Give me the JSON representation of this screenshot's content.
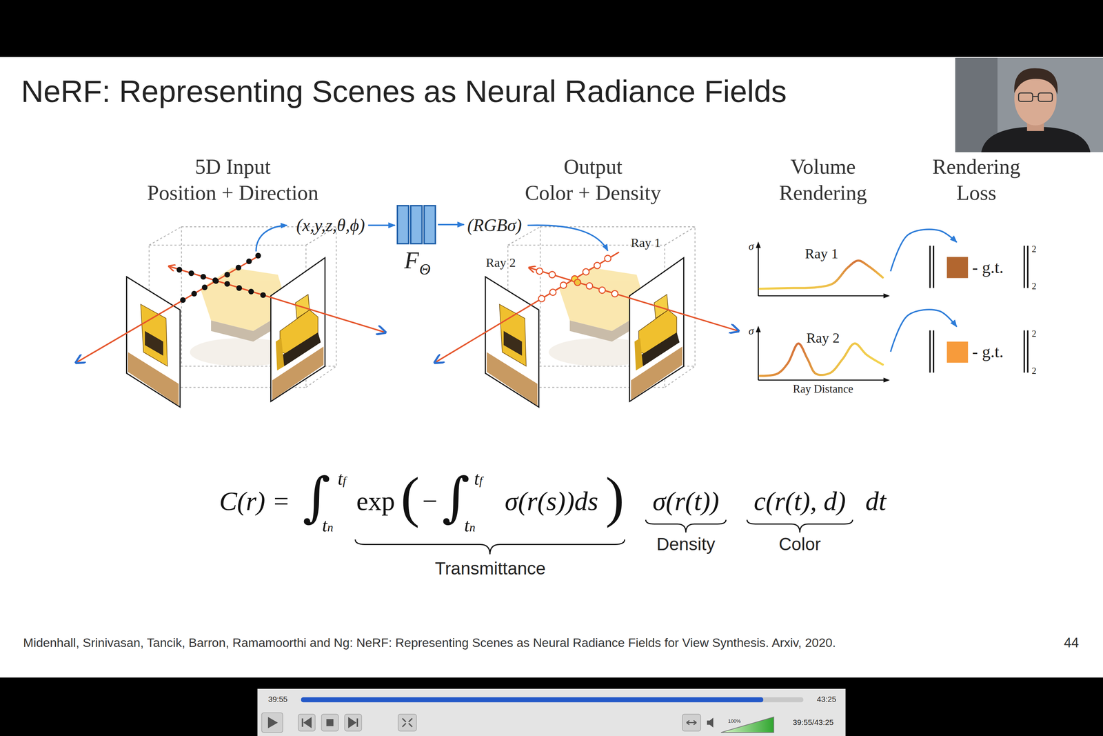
{
  "diagram": {
    "title": "NeRF: Representing Scenes as Neural Radiance Fields",
    "caption": "Midenhall, Srinivasan, Tancik, Barron, Ramamoorthi and Ng: NeRF: Representing Scenes as Neural Radiance Fields for View Synthesis. Arxiv, 2020.",
    "nodes": [
      {
        "text": [
          "(x,y,z,θ,ϕ)"
        ]
      },
      {
        "text": [
          "F",
          "Θ"
        ]
      },
      {
        "text": [
          "(RGBσ)"
        ]
      },
      {
        "text": [
          "σ",
          "Ray 1"
        ]
      },
      {
        "text": [
          "σ",
          "Ray 2",
          "Ray Distance"
        ]
      },
      {
        "text": [
          "- g.t.",
          "2",
          "2"
        ]
      },
      {
        "text": [
          "- g.t.",
          "2",
          "2"
        ]
      }
    ],
    "edges": [
      {
        "from": 0,
        "to": 1,
        "arrow": "to"
      },
      {
        "from": 1,
        "to": 2,
        "arrow": "to"
      },
      {
        "from": 3,
        "to": 5,
        "arrow": "to"
      },
      {
        "from": 4,
        "to": 6,
        "arrow": "to"
      }
    ],
    "labels": [
      "5D Input",
      "Position + Direction",
      "Output",
      "Color + Density",
      "Volume",
      "Rendering",
      "Rendering",
      "Loss",
      "Ray 2",
      "Ray 1",
      "C(r) =",
      "∫",
      "tf",
      "tn",
      "exp",
      "(",
      "−",
      "∫",
      "tf",
      "tn",
      "σ(r(s))ds",
      ")",
      "σ(r(t))",
      "c(r(t), d)",
      "dt",
      "Transmittance",
      "Density",
      "Color",
      "44",
      "39:55",
      "43:25",
      "100%",
      "39:55/43:25"
    ]
  }
}
